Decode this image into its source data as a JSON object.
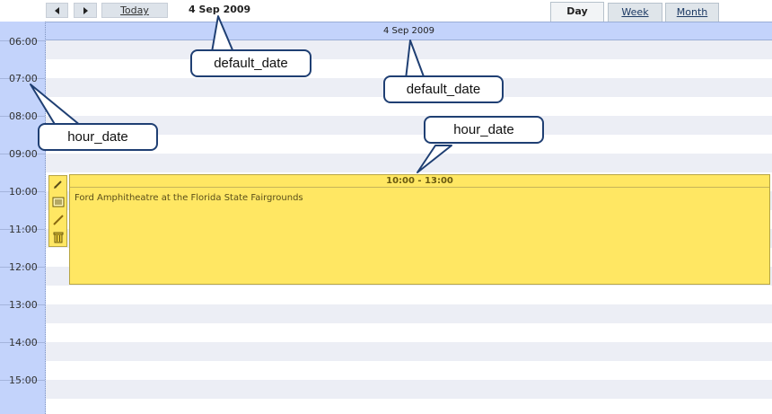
{
  "nav": {
    "prev_icon": "triangle-left-icon",
    "next_icon": "triangle-right-icon",
    "today_label": "Today",
    "current_date": "4 Sep 2009"
  },
  "tabs": [
    {
      "label": "Day",
      "active": true
    },
    {
      "label": "Week",
      "active": false
    },
    {
      "label": "Month",
      "active": false
    }
  ],
  "day_header": {
    "date": "4 Sep 2009"
  },
  "hours": [
    "06:00",
    "07:00",
    "08:00",
    "09:00",
    "10:00",
    "11:00",
    "12:00",
    "13:00",
    "14:00",
    "15:00"
  ],
  "event": {
    "time": "10:00 - 13:00",
    "text": "Ford Amphitheatre at the Florida State Fairgrounds",
    "toolbar_icons": [
      "pencil-icon",
      "details-icon",
      "edit-icon",
      "trash-icon"
    ]
  },
  "callouts": {
    "default_date_nav": "default_date",
    "default_date_header": "default_date",
    "hour_date_column": "hour_date",
    "hour_date_event": "hour_date"
  },
  "colors": {
    "header_blue": "#c3d3fb",
    "event_yellow": "#ffe763",
    "stripe": "#eceef5",
    "callout_border": "#1f3f73"
  }
}
